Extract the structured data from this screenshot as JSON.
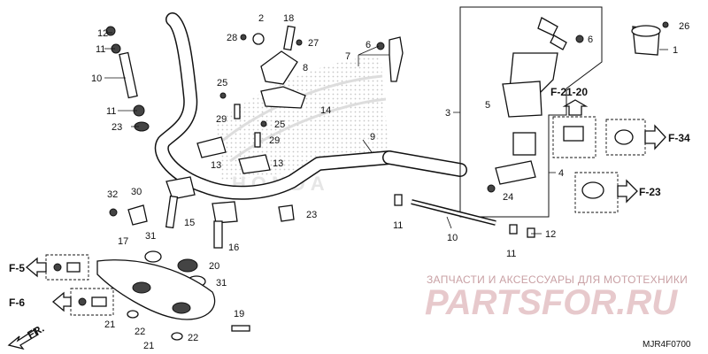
{
  "diagram_code": "MJR4F0700",
  "watermark": {
    "caption": "ЗАПЧАСТИ И АКСЕССУАРЫ ДЛЯ МОТОТЕХНИКИ",
    "brand": "PARTSFOR.RU"
  },
  "logo_text": "HONDA",
  "front_indicator": "FR.",
  "section_refs": {
    "f5": "F-5",
    "f6": "F-6",
    "f21_20": "F-21-20",
    "f34": "F-34",
    "f23": "F-23"
  },
  "callouts": {
    "c1": "1",
    "c2": "2",
    "c3": "3",
    "c4": "4",
    "c5": "5",
    "c6a": "6",
    "c6b": "6",
    "c8": "8",
    "c9": "9",
    "c10a": "10",
    "c10b": "10",
    "c11a": "11",
    "c11b": "11",
    "c11c": "11",
    "c11d": "11",
    "c12a": "12",
    "c12b": "12",
    "c13a": "13",
    "c13b": "13",
    "c14": "14",
    "c15": "15",
    "c16": "16",
    "c17": "17",
    "c18": "18",
    "c19": "19",
    "c20": "20",
    "c21a": "21",
    "c21b": "21",
    "c22a": "22",
    "c22b": "22",
    "c23a": "23",
    "c23b": "23",
    "c24": "24",
    "c25a": "25",
    "c25b": "25",
    "c26": "26",
    "c27": "27",
    "c28": "28",
    "c29a": "29",
    "c29b": "29",
    "c30": "30",
    "c31a": "31",
    "c31b": "31",
    "c32": "32"
  }
}
